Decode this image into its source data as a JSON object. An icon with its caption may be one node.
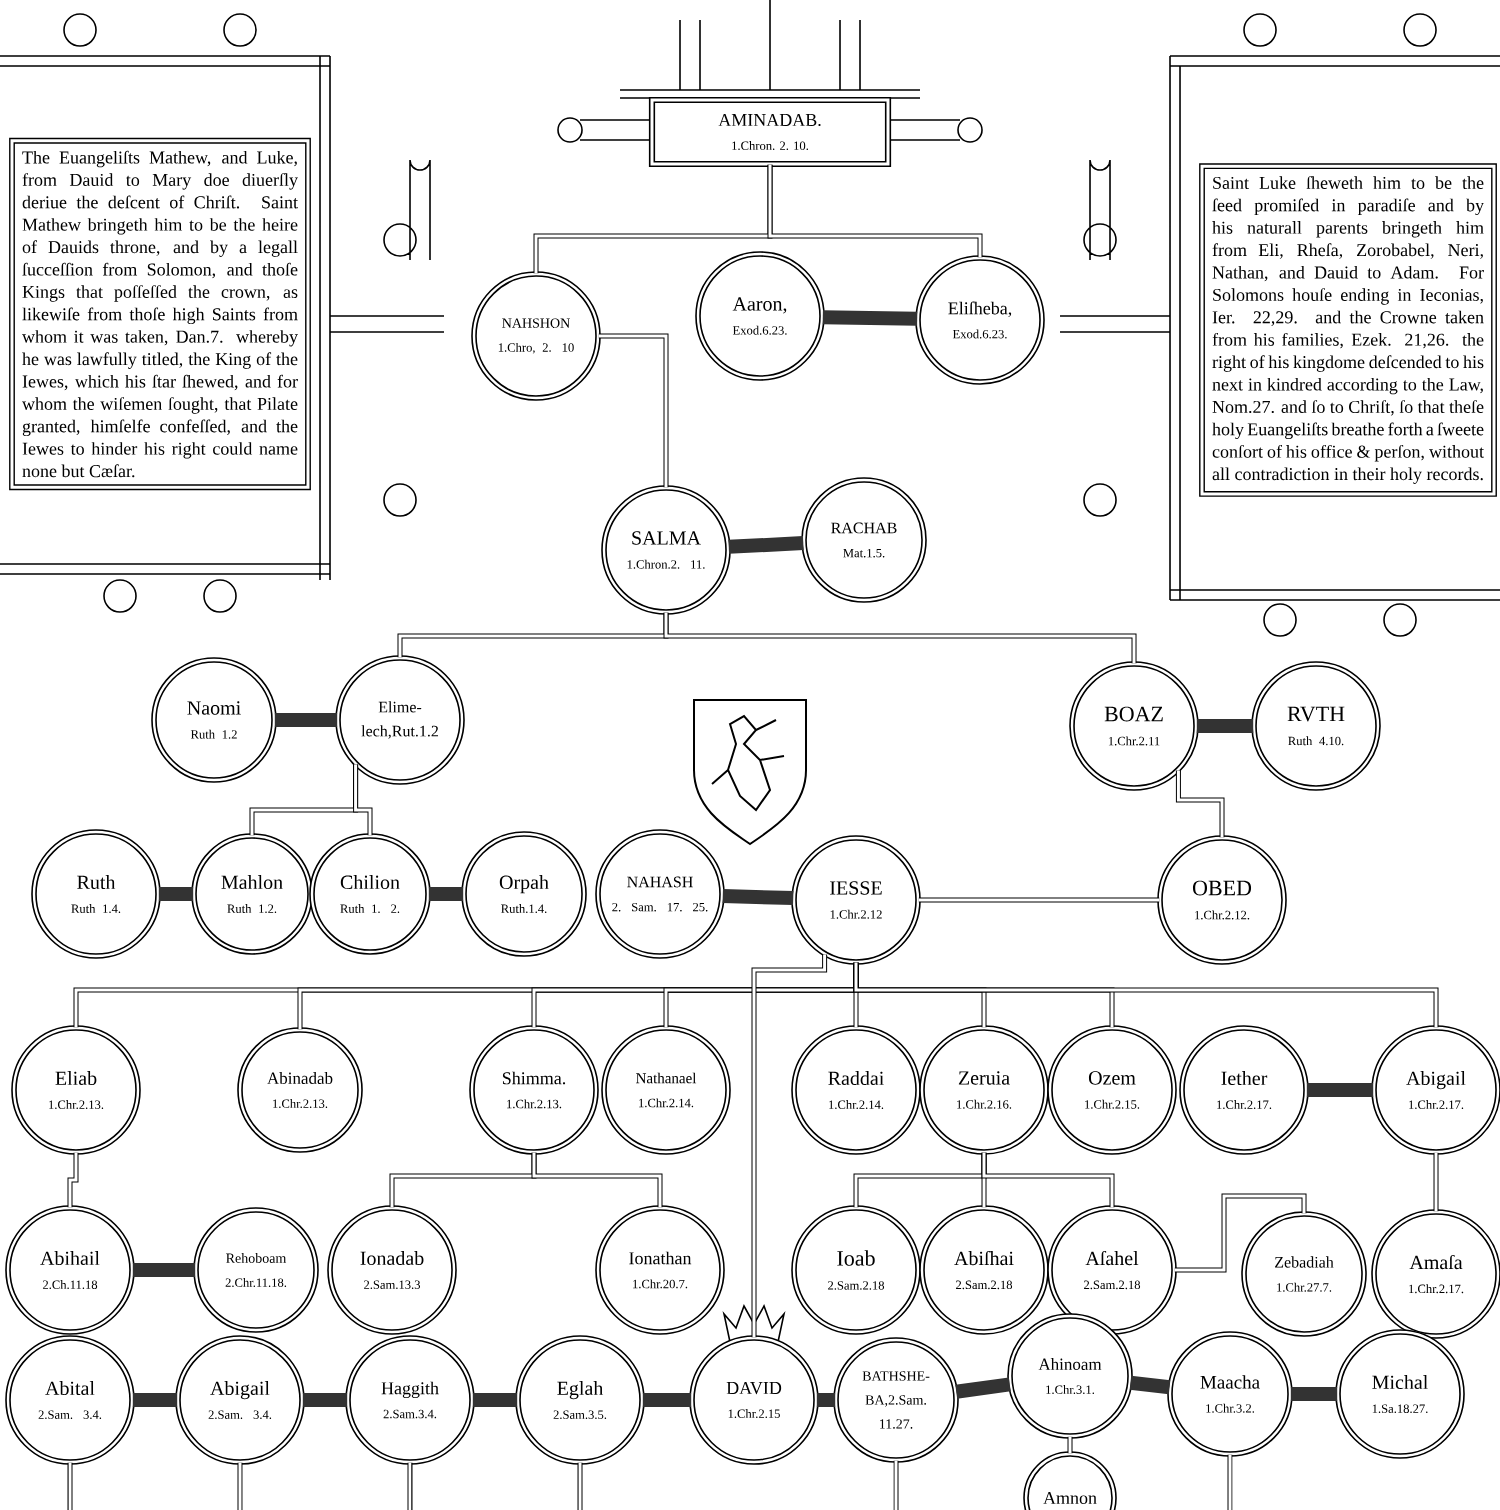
{
  "diagram": {
    "nodes": [
      {
        "text": [
          "The Euangeliſts Mathew, and Luke, from Dauid to Mary doe diuerſly deriue the deſcent of Chriſt. Saint Mathew bringeth him to be the heire of Dauids throne, and by a legall ſucceſſion from Solomon, and thoſe Kings that poſſeſſed the crown, as likewiſe from thoſe high Saints from whom it was taken, Dan.7. whereby he was lawfully titled, the King of the Iewes, which his ſtar ſhewed, and for whom the wiſemen ſought, that Pilate granted, himſelfe confeſſed, and the Iewes to hinder his right could name none but Cæſar."
        ]
      },
      {
        "text": [
          "AMINADAB.",
          "1.Chron. 2. 10."
        ]
      },
      {
        "text": [
          "Saint Luke ſheweth him to be the ſeed promiſed in paradiſe and by his naturall parents bringeth him from Eli, Rheſa, Zorobabel, Neri, Nathan, and Dauid to Adam. For Solomons houſe ending in Ieconias, Ier. 22,29. and the Crowne taken from his families, Ezek. 21,26. the right of his kingdome deſcended to his next in kindred according to the Law, Nom.27. and ſo to Chriſt, ſo that theſe holy Euangeliſts breathe forth a ſweete conſort of his office & perſon, without all contradiction in their holy records."
        ]
      },
      {
        "text": [
          "NAHSHON",
          "1.Chro, 2. 10"
        ]
      },
      {
        "text": [
          "Aaron,",
          "Exod.6.23."
        ]
      },
      {
        "text": [
          "Eliſheba,",
          "Exod.6.23."
        ]
      },
      {
        "text": [
          "SALMA",
          "1.Chron.2. 11."
        ]
      },
      {
        "text": [
          "RACHAB",
          "Mat.1.5."
        ]
      },
      {
        "text": [
          "Naomi",
          "Ruth 1.2"
        ]
      },
      {
        "text": [
          "Elime- lech,Rut.1.2"
        ]
      },
      {
        "text": [
          "BOAZ",
          "1.Chr.2.11"
        ]
      },
      {
        "text": [
          "RVTH",
          "Ruth 4.10."
        ]
      },
      {
        "text": [
          "Ruth",
          "Ruth 1.4."
        ]
      },
      {
        "text": [
          "Mahlon",
          "Ruth 1.2."
        ]
      },
      {
        "text": [
          "Chilion",
          "Ruth 1. 2."
        ]
      },
      {
        "text": [
          "Orpah",
          "Ruth.1.4."
        ]
      },
      {
        "text": [
          "NAHASH",
          "2. Sam. 17. 25."
        ]
      },
      {
        "text": [
          "IESSE",
          "1.Chr.2.12"
        ]
      },
      {
        "text": [
          "OBED",
          "1.Chr.2.12."
        ]
      },
      {
        "text": [
          "Eliab",
          "1.Chr.2.13."
        ]
      },
      {
        "text": [
          "Abinadab",
          "1.Chr.2.13."
        ]
      },
      {
        "text": [
          "Shimma.",
          "1.Chr.2.13."
        ]
      },
      {
        "text": [
          "Nathanael",
          "1.Chr.2.14."
        ]
      },
      {
        "text": [
          "Raddai",
          "1.Chr.2.14."
        ]
      },
      {
        "text": [
          "Zeruia",
          "1.Chr.2.16."
        ]
      },
      {
        "text": [
          "Ozem",
          "1.Chr.2.15."
        ]
      },
      {
        "text": [
          "Iether",
          "1.Chr.2.17."
        ]
      },
      {
        "text": [
          "Abigail",
          "1.Chr.2.17."
        ]
      },
      {
        "text": [
          "Abihail",
          "2.Ch.11.18"
        ]
      },
      {
        "text": [
          "Rehoboam",
          "2.Chr.11.18."
        ]
      },
      {
        "text": [
          "Ionadab",
          "2.Sam.13.3"
        ]
      },
      {
        "text": [
          "Ionathan",
          "1.Chr.20.7."
        ]
      },
      {
        "text": [
          "Ioab",
          "2.Sam.2.18"
        ]
      },
      {
        "text": [
          "Abiſhai",
          "2.Sam.2.18"
        ]
      },
      {
        "text": [
          "Aſahel",
          "2.Sam.2.18"
        ]
      },
      {
        "text": [
          "Zebadiah",
          "1.Chr.27.7."
        ]
      },
      {
        "text": [
          "Amaſa",
          "1.Chr.2.17."
        ]
      },
      {
        "text": [
          "Abital",
          "2.Sam. 3.4."
        ]
      },
      {
        "text": [
          "Abigail",
          "2.Sam. 3.4."
        ]
      },
      {
        "text": [
          "Haggith",
          "2.Sam.3.4."
        ]
      },
      {
        "text": [
          "Eglah",
          "2.Sam.3.5."
        ]
      },
      {
        "text": [
          "DAVID",
          "1.Chr.2.15"
        ]
      },
      {
        "text": [
          "BATHSHE- BA,2.Sam. 11.27."
        ]
      },
      {
        "text": [
          "Ahinoam",
          "1.Chr.3.1."
        ]
      },
      {
        "text": [
          "Maacha",
          "1.Chr.3.2."
        ]
      },
      {
        "text": [
          "Michal",
          "1.Sa.18.27."
        ]
      },
      {
        "text": [
          "Amnon"
        ]
      }
    ],
    "edges": [
      {
        "from": 1,
        "to": 3,
        "arrow": "none"
      },
      {
        "from": 1,
        "to": 5,
        "arrow": "none"
      },
      {
        "from": 4,
        "to": 5,
        "arrow": "none",
        "style": "thick"
      },
      {
        "from": 3,
        "to": 6,
        "arrow": "none"
      },
      {
        "from": 6,
        "to": 7,
        "arrow": "none",
        "style": "thick"
      },
      {
        "from": 6,
        "to": 9,
        "arrow": "none"
      },
      {
        "from": 6,
        "to": 10,
        "arrow": "none"
      },
      {
        "from": 8,
        "to": 9,
        "arrow": "none",
        "style": "thick"
      },
      {
        "from": 10,
        "to": 11,
        "arrow": "none",
        "style": "thick"
      },
      {
        "from": 9,
        "to": 13,
        "arrow": "none"
      },
      {
        "from": 9,
        "to": 14,
        "arrow": "none"
      },
      {
        "from": 12,
        "to": 13,
        "arrow": "none",
        "style": "thick"
      },
      {
        "from": 14,
        "to": 15,
        "arrow": "none",
        "style": "thick"
      },
      {
        "from": 10,
        "to": 18,
        "arrow": "none"
      },
      {
        "from": 18,
        "to": 17,
        "arrow": "none"
      },
      {
        "from": 16,
        "to": 17,
        "arrow": "none",
        "style": "thick"
      },
      {
        "from": 17,
        "to": 19,
        "arrow": "none"
      },
      {
        "from": 17,
        "to": 20,
        "arrow": "none"
      },
      {
        "from": 17,
        "to": 21,
        "arrow": "none"
      },
      {
        "from": 17,
        "to": 22,
        "arrow": "none"
      },
      {
        "from": 17,
        "to": 23,
        "arrow": "none"
      },
      {
        "from": 17,
        "to": 24,
        "arrow": "none"
      },
      {
        "from": 17,
        "to": 25,
        "arrow": "none"
      },
      {
        "from": 17,
        "to": 27,
        "arrow": "none"
      },
      {
        "from": 17,
        "to": 41,
        "arrow": "none"
      },
      {
        "from": 26,
        "to": 27,
        "arrow": "none",
        "style": "thick"
      },
      {
        "from": 19,
        "to": 28,
        "arrow": "none"
      },
      {
        "from": 28,
        "to": 29,
        "arrow": "none",
        "style": "thick"
      },
      {
        "from": 21,
        "to": 30,
        "arrow": "none"
      },
      {
        "from": 21,
        "to": 31,
        "arrow": "none"
      },
      {
        "from": 24,
        "to": 32,
        "arrow": "none"
      },
      {
        "from": 24,
        "to": 33,
        "arrow": "none"
      },
      {
        "from": 24,
        "to": 34,
        "arrow": "none"
      },
      {
        "from": 34,
        "to": 35,
        "arrow": "none"
      },
      {
        "from": 27,
        "to": 36,
        "arrow": "none"
      },
      {
        "from": 37,
        "to": 38,
        "arrow": "none",
        "style": "thick"
      },
      {
        "from": 38,
        "to": 39,
        "arrow": "none",
        "style": "thick"
      },
      {
        "from": 39,
        "to": 40,
        "arrow": "none",
        "style": "thick"
      },
      {
        "from": 40,
        "to": 41,
        "arrow": "none",
        "style": "thick"
      },
      {
        "from": 41,
        "to": 42,
        "arrow": "none",
        "style": "thick"
      },
      {
        "from": 42,
        "to": 43,
        "arrow": "none",
        "style": "thick"
      },
      {
        "from": 43,
        "to": 44,
        "arrow": "none",
        "style": "thick"
      },
      {
        "from": 44,
        "to": 45,
        "arrow": "none",
        "style": "thick"
      },
      {
        "from": 43,
        "to": 46,
        "arrow": "none"
      },
      {
        "from": 37,
        "to": null,
        "arrow": "none"
      },
      {
        "from": 38,
        "to": null,
        "arrow": "none"
      },
      {
        "from": 39,
        "to": null,
        "arrow": "none"
      },
      {
        "from": 40,
        "to": null,
        "arrow": "none"
      },
      {
        "from": 42,
        "to": null,
        "arrow": "none"
      },
      {
        "from": 44,
        "to": null,
        "arrow": "none"
      }
    ]
  }
}
